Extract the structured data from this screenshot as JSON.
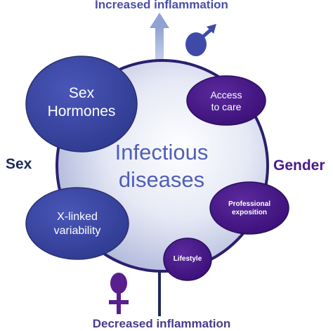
{
  "top_label": "Increased inflammation",
  "bottom_label": "Decreased inflammation",
  "left_label": "Sex",
  "right_label": "Gender",
  "center": {
    "line1": "Infectious",
    "line2": "diseases"
  },
  "sex_factors": {
    "hormones": {
      "line1": "Sex",
      "line2": "Hormones"
    },
    "x_linked": {
      "line1": "X-linked",
      "line2": "variability"
    }
  },
  "gender_factors": {
    "access": {
      "line1": "Access",
      "line2": "to care"
    },
    "professional": {
      "line1": "Professional",
      "line2": "exposition"
    },
    "lifestyle": "Lifestyle"
  },
  "colors": {
    "sex_bubble": "#3d49a6",
    "gender_bubble": "#4a1a8a",
    "arrow_up": "#9fb0d8",
    "axis_down": "#1f2a5a",
    "male_symbol": "#3f4aa8",
    "female_symbol": "#5a1f8e"
  },
  "icons": {
    "male": "male-symbol-icon",
    "female": "female-symbol-icon"
  }
}
